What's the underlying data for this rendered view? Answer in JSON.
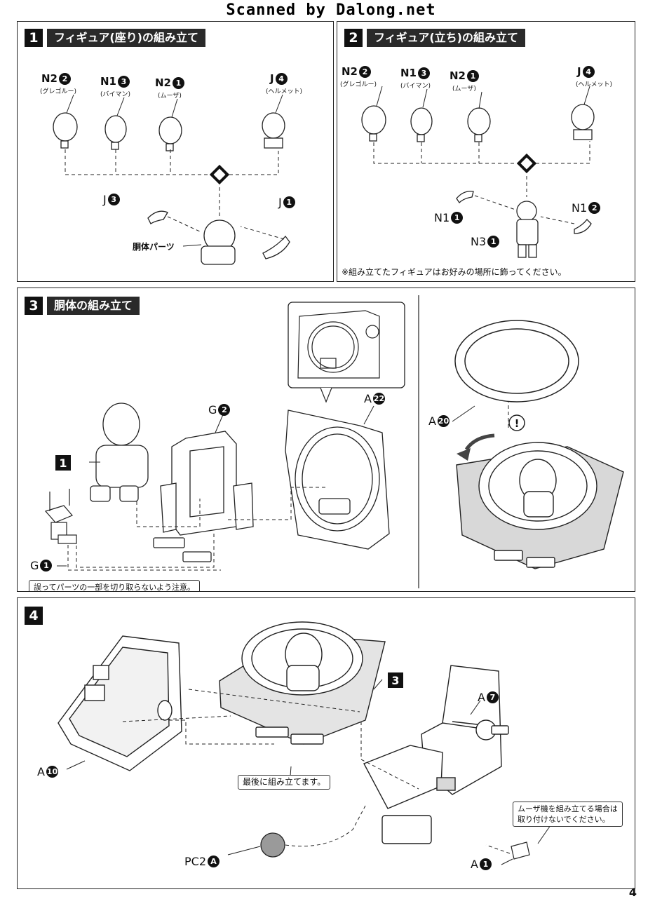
{
  "banner": "Scanned by Dalong.net",
  "page_number": "4",
  "step1": {
    "num": "1",
    "title": "フィギュア(座り)の組み立て",
    "heads": [
      {
        "code": "N2",
        "n": "2",
        "sub": "(グレゴルー)"
      },
      {
        "code": "N1",
        "n": "3",
        "sub": "(バイマン)"
      },
      {
        "code": "N2",
        "n": "1",
        "sub": "(ムーザ)"
      },
      {
        "code": "J",
        "n": "4",
        "sub": "(ヘルメット)"
      }
    ],
    "arm_left": {
      "code": "J",
      "n": "3"
    },
    "arm_right": {
      "code": "J",
      "n": "1"
    },
    "body_label": "胴体パーツ"
  },
  "step2": {
    "num": "2",
    "title": "フィギュア(立ち)の組み立て",
    "heads": [
      {
        "code": "N2",
        "n": "2",
        "sub": "(グレゴルー)"
      },
      {
        "code": "N1",
        "n": "3",
        "sub": "(バイマン)"
      },
      {
        "code": "N2",
        "n": "1",
        "sub": "(ムーザ)"
      },
      {
        "code": "J",
        "n": "4",
        "sub": "(ヘルメット)"
      }
    ],
    "arm_left": {
      "code": "N1",
      "n": "1"
    },
    "arm_right": {
      "code": "N1",
      "n": "2"
    },
    "body": {
      "code": "N3",
      "n": "1"
    },
    "note": "※組み立てたフィギュアはお好みの場所に飾ってください。"
  },
  "step3": {
    "num": "3",
    "title": "胴体の組み立て",
    "ref": "1",
    "g2": {
      "code": "G",
      "n": "2"
    },
    "g1": {
      "code": "G",
      "n": "1"
    },
    "a22": {
      "code": "A",
      "n": "22"
    },
    "a20": {
      "code": "A",
      "n": "20"
    },
    "caution": "誤ってパーツの一部を切り取らないよう注意。"
  },
  "step4": {
    "num": "4",
    "ref": "3",
    "a10": {
      "code": "A",
      "n": "10"
    },
    "a7": {
      "code": "A",
      "n": "7"
    },
    "a1": {
      "code": "A",
      "n": "1"
    },
    "pc2": {
      "code": "PC2",
      "n": "A"
    },
    "last_note": "最後に組み立てます。",
    "muza_note_1": "ムーザ機を組み立てる場合は",
    "muza_note_2": "取り付けないでください。"
  }
}
